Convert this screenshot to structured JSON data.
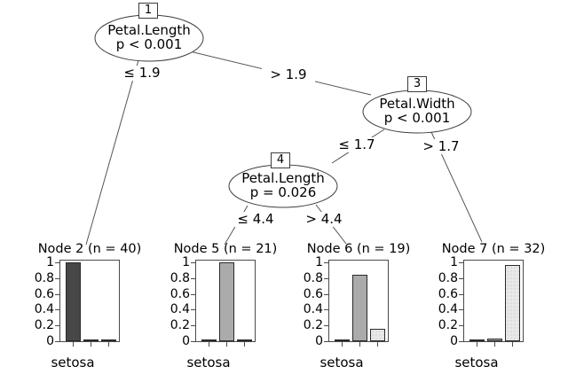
{
  "chart_data": {
    "type": "bar",
    "inner_nodes": [
      {
        "id": "1",
        "split_variable": "Petal.Length",
        "p_value_label": "p < 0.001"
      },
      {
        "id": "3",
        "split_variable": "Petal.Width",
        "p_value_label": "p < 0.001"
      },
      {
        "id": "4",
        "split_variable": "Petal.Length",
        "p_value_label": "p = 0.026"
      }
    ],
    "edges": [
      {
        "from": "1",
        "to": "2",
        "label": "≤ 1.9"
      },
      {
        "from": "1",
        "to": "3",
        "label": "> 1.9"
      },
      {
        "from": "3",
        "to": "4",
        "label": "≤ 1.7"
      },
      {
        "from": "3",
        "to": "7",
        "label": "> 1.7"
      },
      {
        "from": "4",
        "to": "5",
        "label": "≤ 4.4"
      },
      {
        "from": "4",
        "to": "6",
        "label": "> 4.4"
      }
    ],
    "y_axis": {
      "ticks": [
        "1",
        "0.8",
        "0.6",
        "0.4",
        "0.2",
        "0"
      ],
      "lim": [
        0,
        1
      ]
    },
    "x_axis_label": "setosa",
    "terminal_nodes": [
      {
        "title": "Node 2 (n = 40)",
        "n": 40,
        "values": [
          1,
          0,
          0
        ]
      },
      {
        "title": "Node 5 (n = 21)",
        "n": 21,
        "values": [
          0,
          1,
          0
        ]
      },
      {
        "title": "Node 6 (n = 19)",
        "n": 19,
        "values": [
          0,
          0.84,
          0.16
        ]
      },
      {
        "title": "Node 7 (n = 32)",
        "n": 32,
        "values": [
          0,
          0.03,
          0.97
        ]
      }
    ],
    "bar_colors": [
      "#474747",
      "#ababab",
      "#e8e8e8"
    ]
  }
}
